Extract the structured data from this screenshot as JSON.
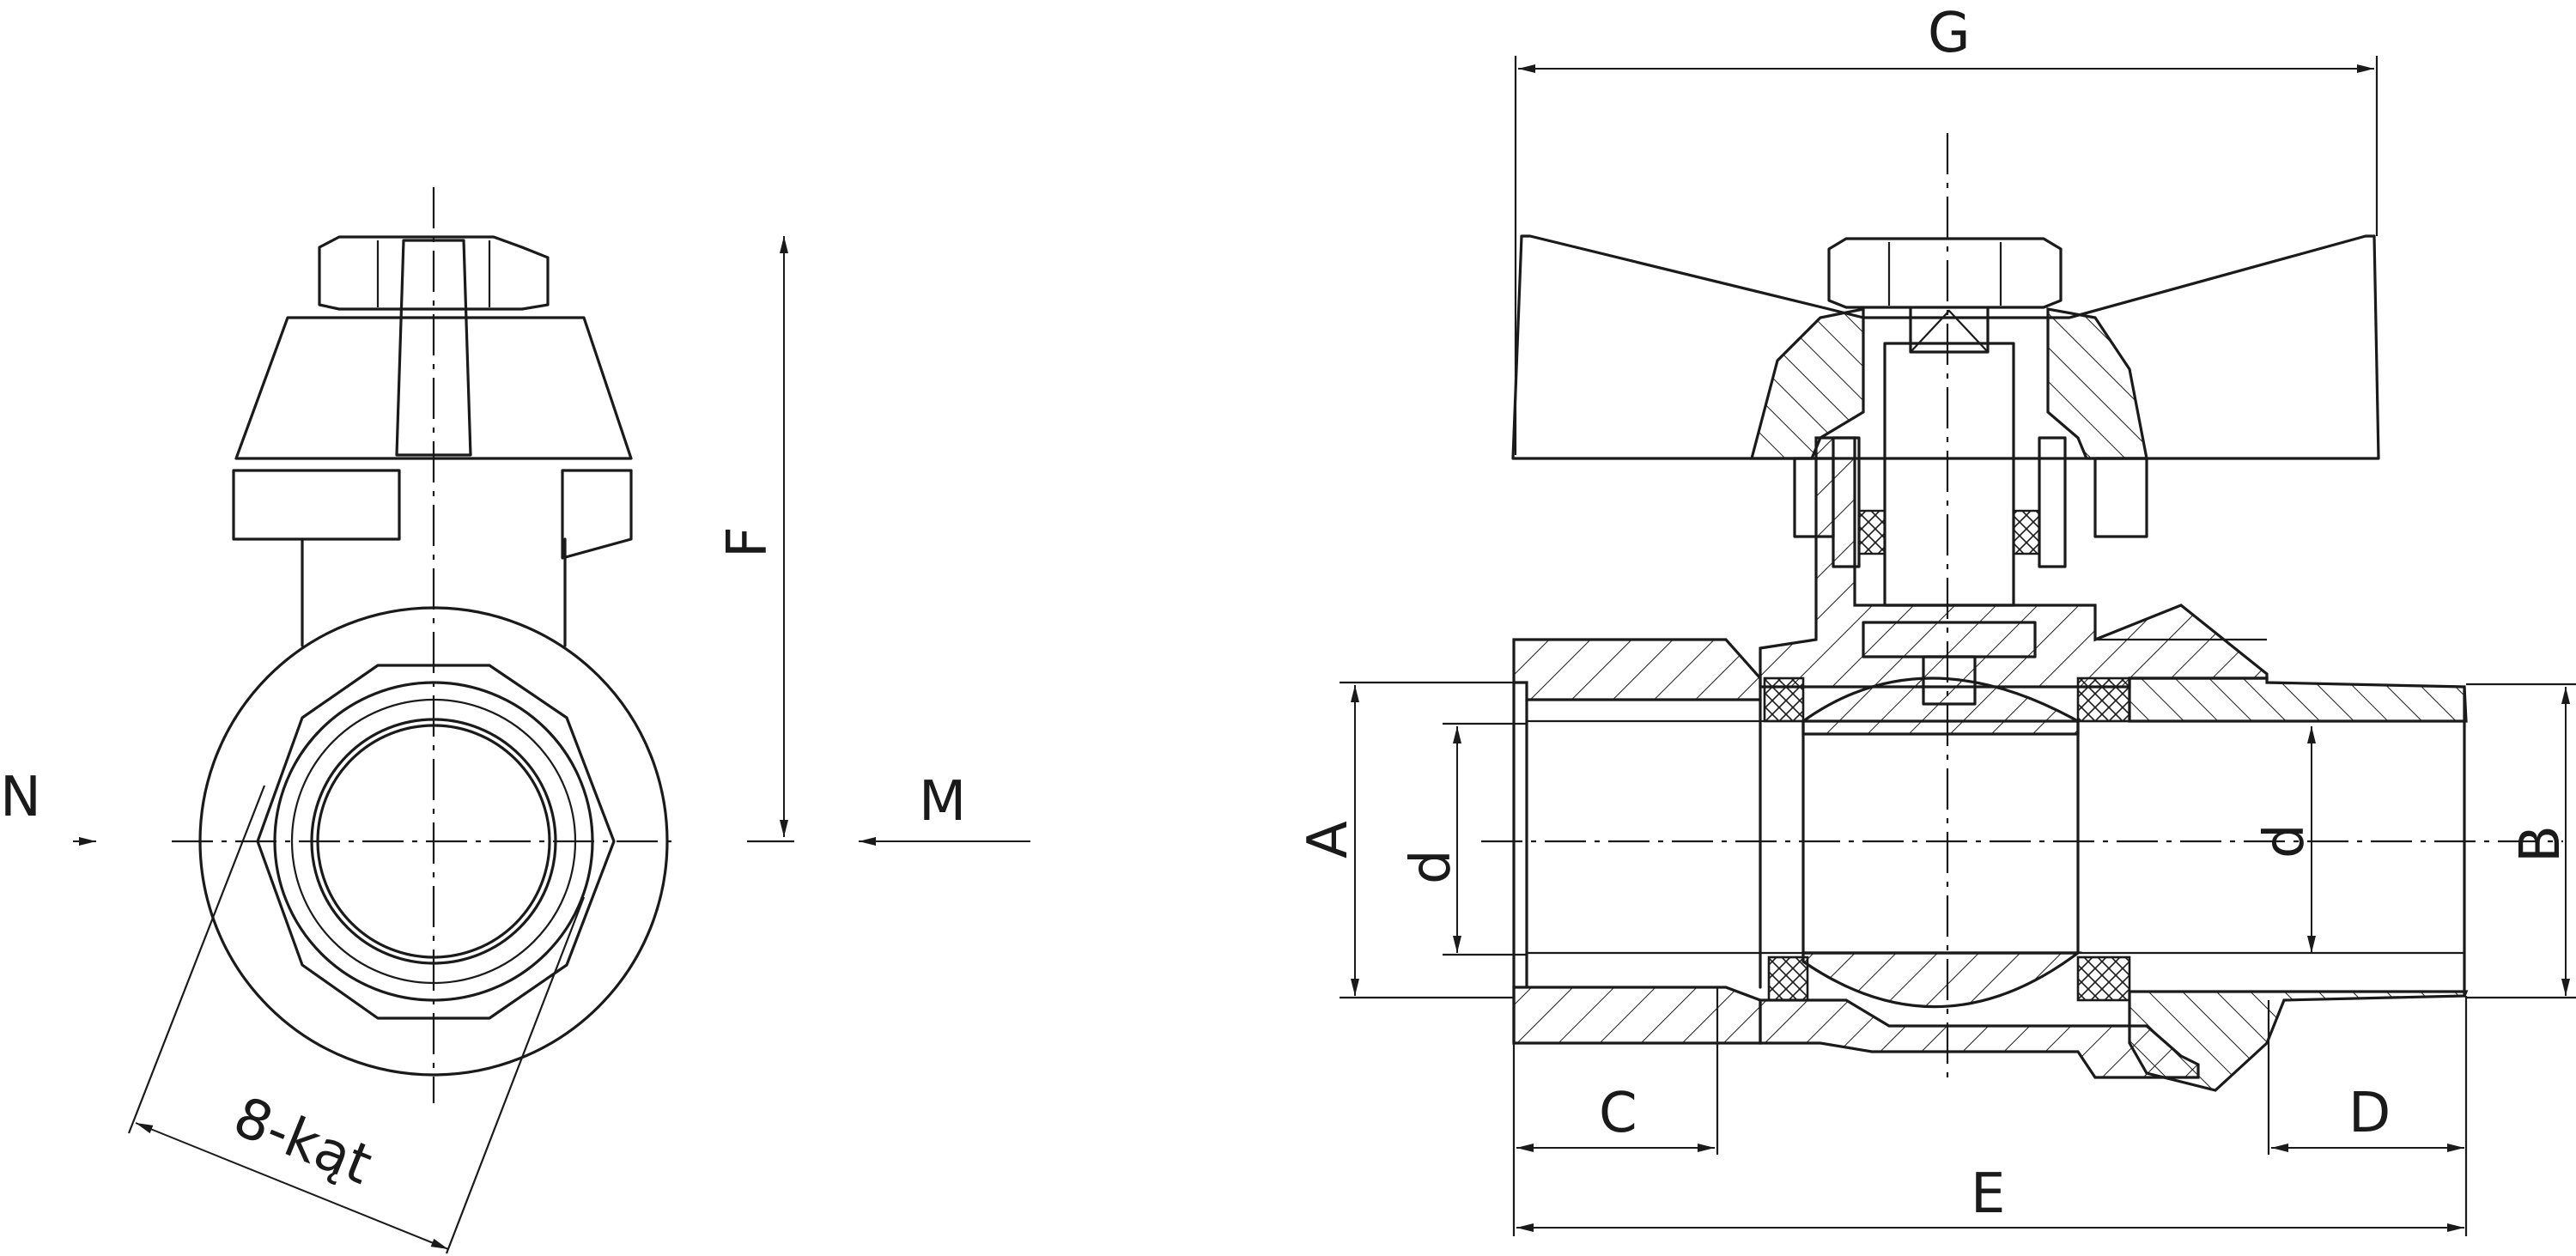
{
  "labels": {
    "N": "N",
    "M": "M",
    "F": "F",
    "octagon": "8-kąt",
    "G": "G",
    "A": "A",
    "d_left": "d",
    "d_right": "d",
    "B": "B",
    "C": "C",
    "D": "D",
    "E": "E"
  }
}
